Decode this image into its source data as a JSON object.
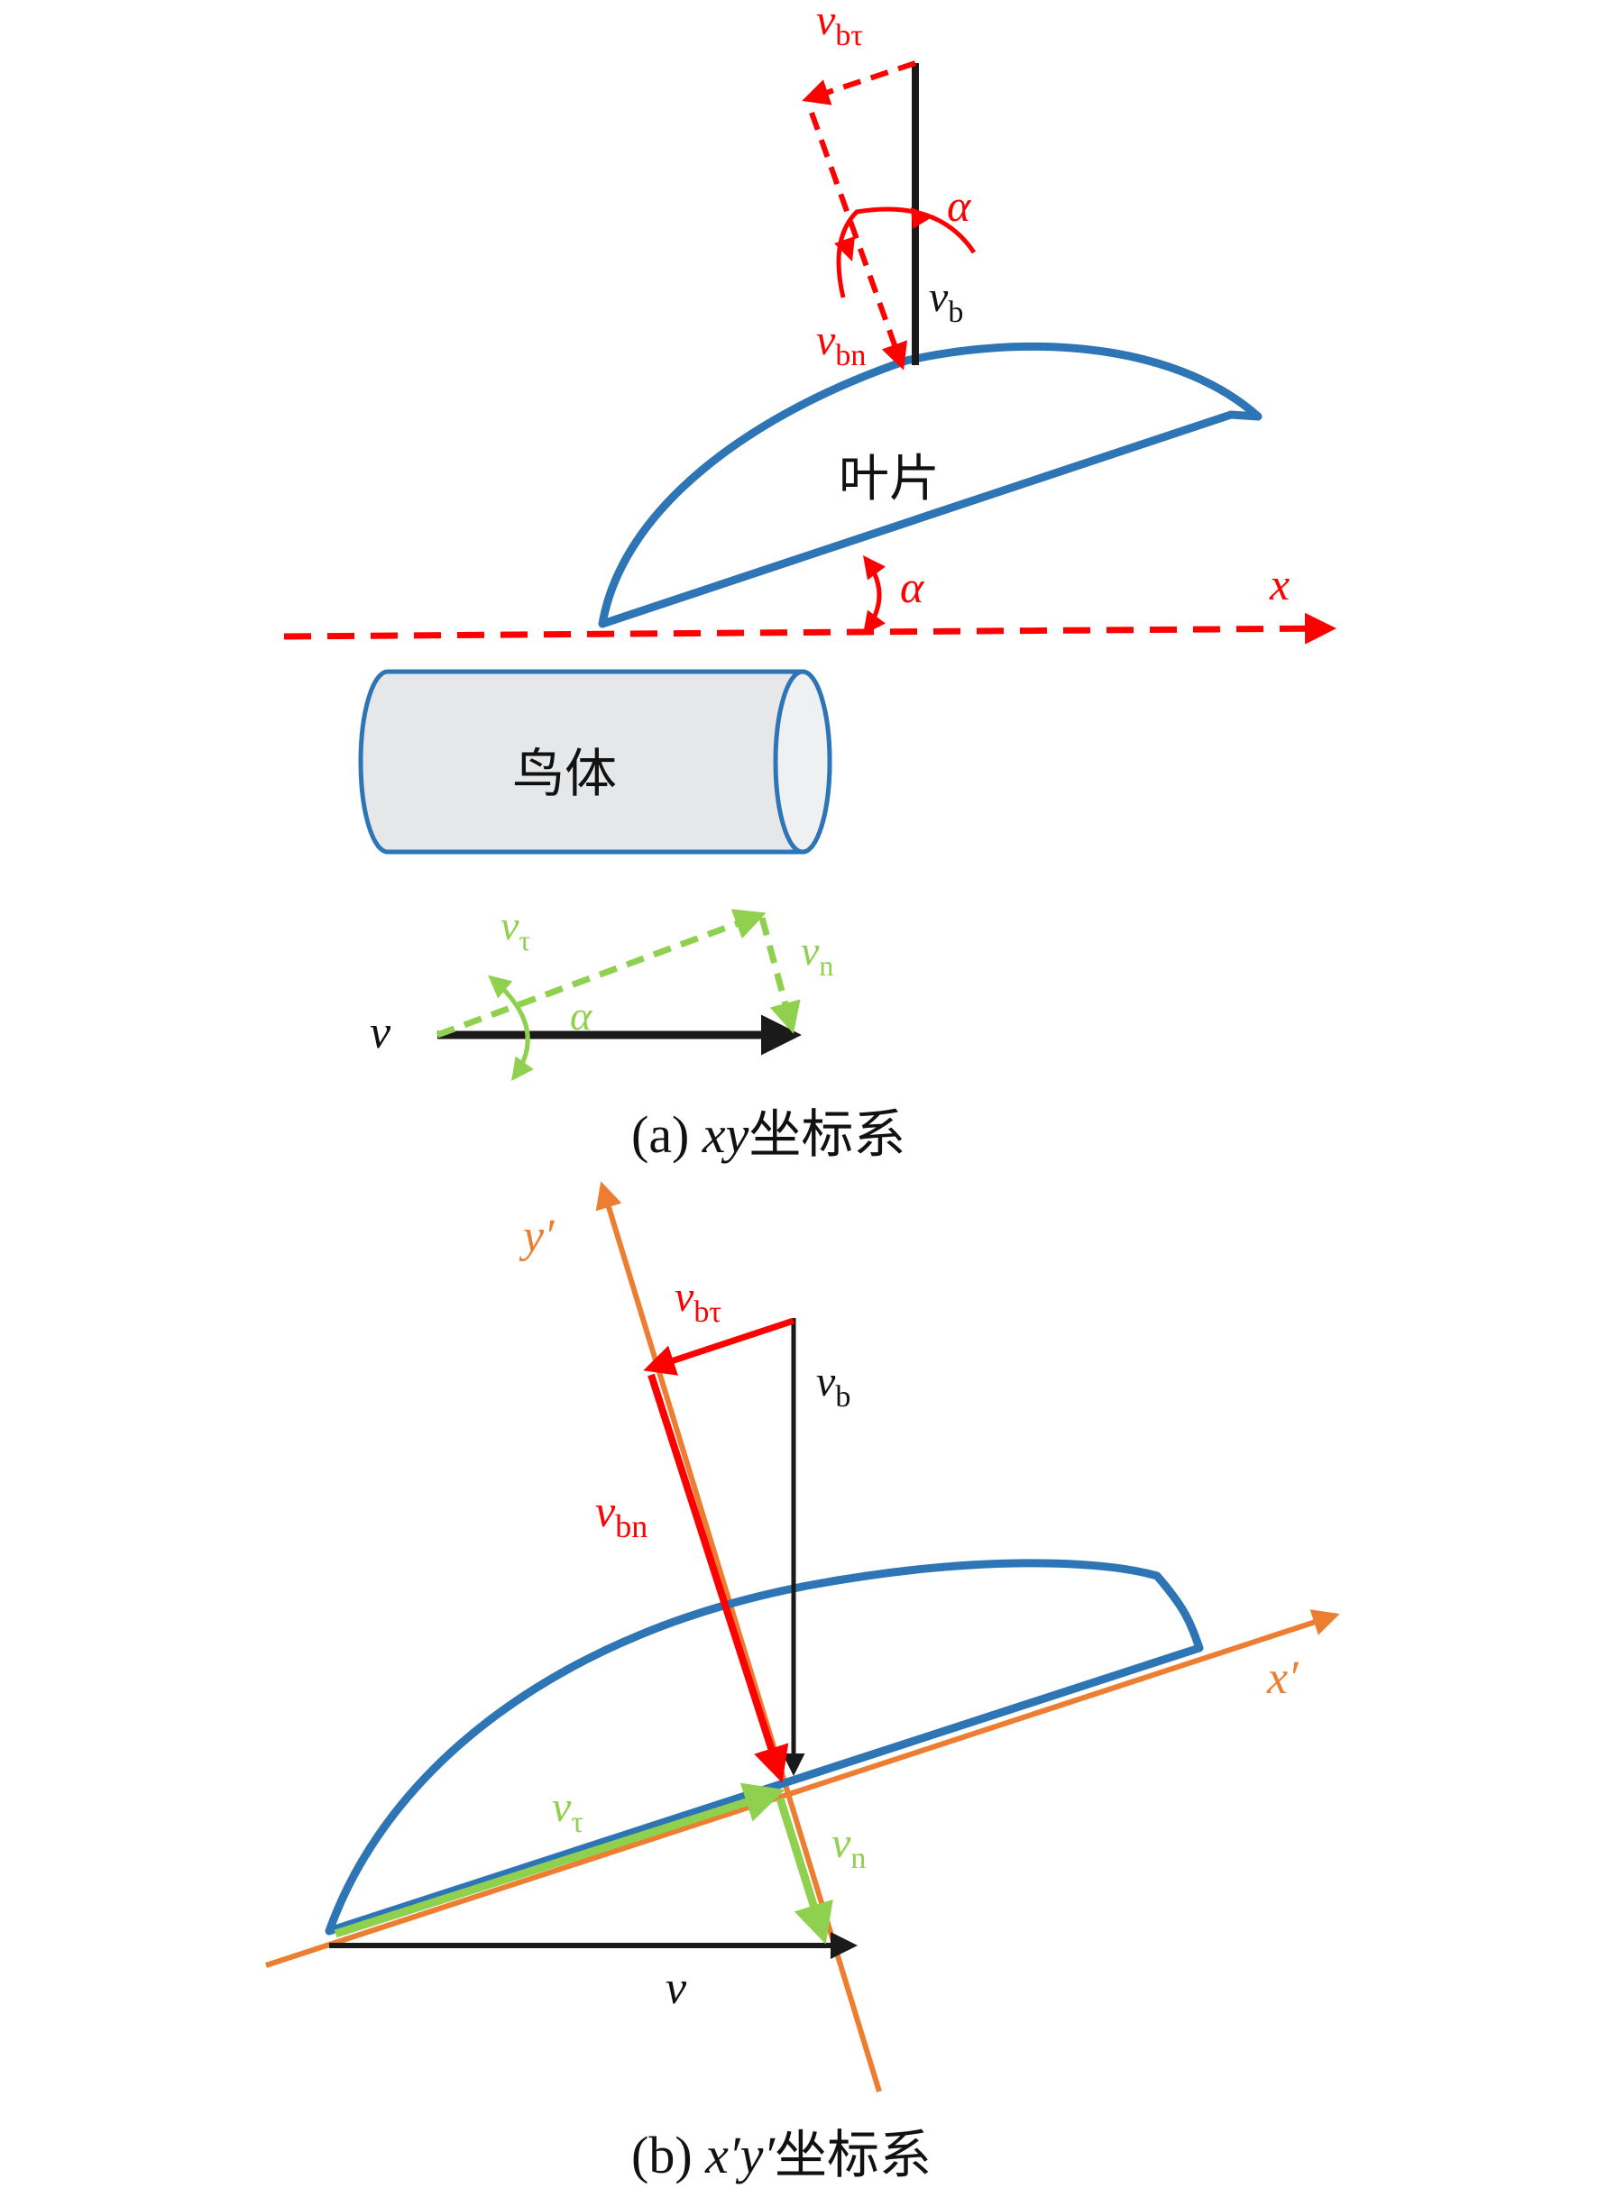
{
  "colors": {
    "red": "#ff0000",
    "green": "#8fd14f",
    "blue": "#2e75b6",
    "orange": "#ed7d31",
    "black": "#1a1a1a",
    "body_fill": "#e6e7e9",
    "body_stroke": "#2e75b6"
  },
  "panel_a": {
    "caption_prefix": "(a) ",
    "caption_italic": "xy",
    "caption_suffix": "坐标系",
    "blade_label": "叶片",
    "bird_label": "鸟体",
    "x_axis_label": "x",
    "alpha": "α",
    "vb": {
      "main": "v",
      "sub": "b"
    },
    "vbt": {
      "main": "v",
      "sub": "bτ"
    },
    "vbn": {
      "main": "v",
      "sub": "bn"
    },
    "v": "v",
    "vt": {
      "main": "v",
      "sub": "τ"
    },
    "vn": {
      "main": "v",
      "sub": "n"
    }
  },
  "panel_b": {
    "caption_prefix": "(b) ",
    "caption_italic": "x′y′",
    "caption_suffix": "坐标系",
    "x_axis_label": "x′",
    "y_axis_label": "y′",
    "vb": {
      "main": "v",
      "sub": "b"
    },
    "vbt": {
      "main": "v",
      "sub": "bτ"
    },
    "vbn": {
      "main": "v",
      "sub": "bn"
    },
    "v": "v",
    "vt": {
      "main": "v",
      "sub": "τ"
    },
    "vn": {
      "main": "v",
      "sub": "n"
    }
  }
}
